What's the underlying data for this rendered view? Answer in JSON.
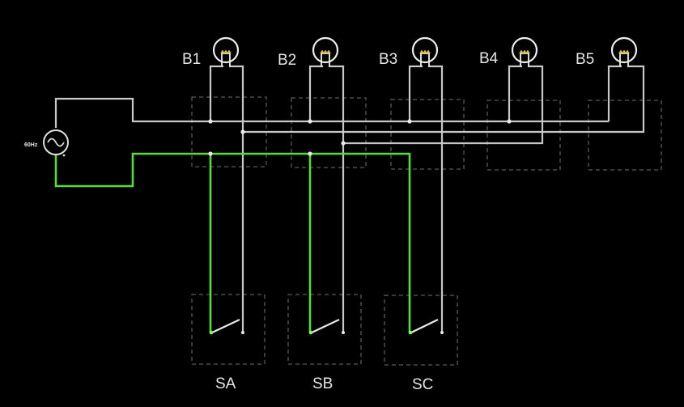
{
  "diagram": {
    "source": {
      "label": "60Hz"
    },
    "bulbs": [
      {
        "label": "B1"
      },
      {
        "label": "B2"
      },
      {
        "label": "B3"
      },
      {
        "label": "B4"
      },
      {
        "label": "B5"
      }
    ],
    "switches": [
      {
        "label": "SA"
      },
      {
        "label": "SB"
      },
      {
        "label": "SC"
      }
    ],
    "colors": {
      "background": "#000000",
      "wire": "#c8c8c8",
      "live_wire": "#55dd33",
      "dashed_box": "#5a5a5a",
      "text": "#e6e6e6",
      "filament": "#d4c24a"
    }
  }
}
